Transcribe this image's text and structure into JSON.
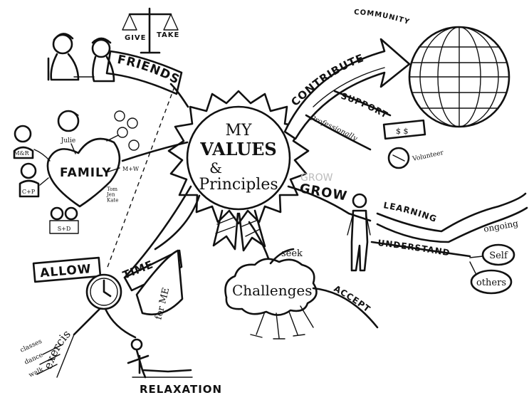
{
  "center": {
    "line1": "MY",
    "line2": "VALUES",
    "line3": "&",
    "line4": "Principles"
  },
  "friends": {
    "label": "FRIENDS",
    "scale_left": "GIVE",
    "scale_right": "TAKE"
  },
  "family": {
    "label": "FAMILY",
    "members": [
      "M&R",
      "Julie",
      "C+P",
      "S+D",
      "M+W"
    ],
    "kids_note": "Tom\nJen\nKate"
  },
  "time": {
    "label": "TIME",
    "allow": "ALLOW",
    "for_me": "for ME",
    "exercise": "exercise",
    "activities": [
      "classes",
      "dance",
      "walk"
    ],
    "relaxation": "RELAXATION"
  },
  "contribute": {
    "label": "CONTRIBUTE",
    "community": "COMMUNITY",
    "support": "SUPPORT",
    "professionally": "Professionally",
    "volunteer": "Volunteer"
  },
  "grow": {
    "label": "GROW",
    "learning": "LEARNING",
    "ongoing": "ongoing",
    "understand": "UNDERSTAND",
    "self": "Self",
    "others": "others"
  },
  "challenges": {
    "label": "Challenges",
    "seek": "seek",
    "accept": "ACCEPT"
  }
}
